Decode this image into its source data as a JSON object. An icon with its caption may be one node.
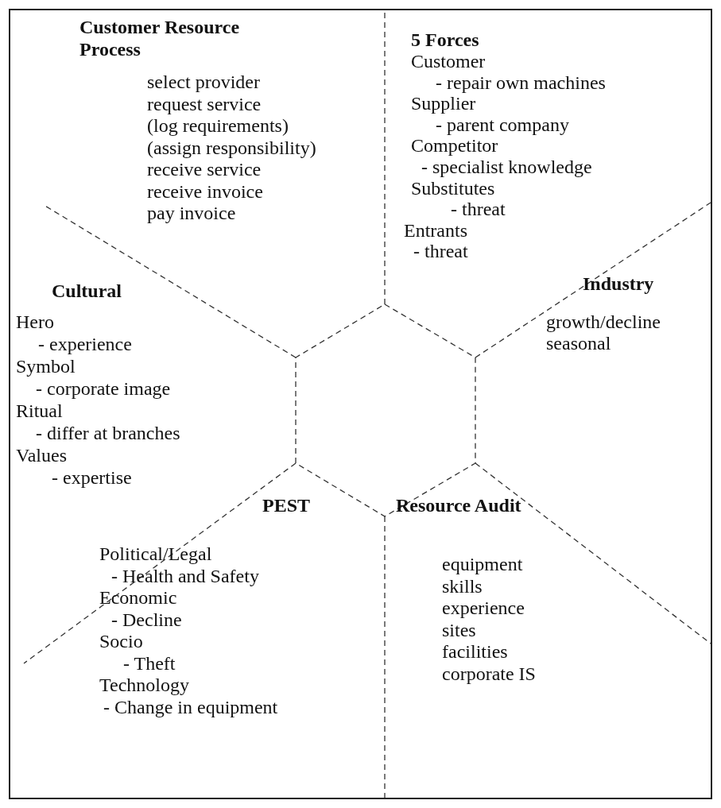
{
  "diagram": {
    "nodes": [
      {
        "text": [],
        "shape": "hexagon"
      },
      {
        "text": [
          "Customer Resource Process",
          "select provider",
          "request service",
          "(log requirements)",
          "(assign responsibility)",
          "receive service",
          "receive invoice",
          "pay invoice"
        ]
      },
      {
        "text": [
          "5 Forces",
          "Customer",
          "- repair own machines",
          "Supplier",
          "- parent company",
          "Competitor",
          "- specialist knowledge",
          "Substitutes",
          "- threat",
          "Entrants",
          "- threat"
        ]
      },
      {
        "text": [
          "Cultural",
          "Hero",
          "- experience",
          "Symbol",
          "- corporate image",
          "Ritual",
          "- differ at branches",
          "Values",
          "- expertise"
        ]
      },
      {
        "text": [
          "Industry",
          "growth/decline",
          "seasonal"
        ]
      },
      {
        "text": [
          "PEST",
          "Political/Legal",
          "- Health and Safety",
          "Economic",
          "- Decline",
          "Socio",
          "- Theft",
          "Technology",
          "- Change in equipment"
        ]
      },
      {
        "text": [
          "Resource Audit",
          "equipment",
          "skills",
          "experience",
          "sites",
          "facilities",
          "corporate IS"
        ]
      }
    ]
  }
}
